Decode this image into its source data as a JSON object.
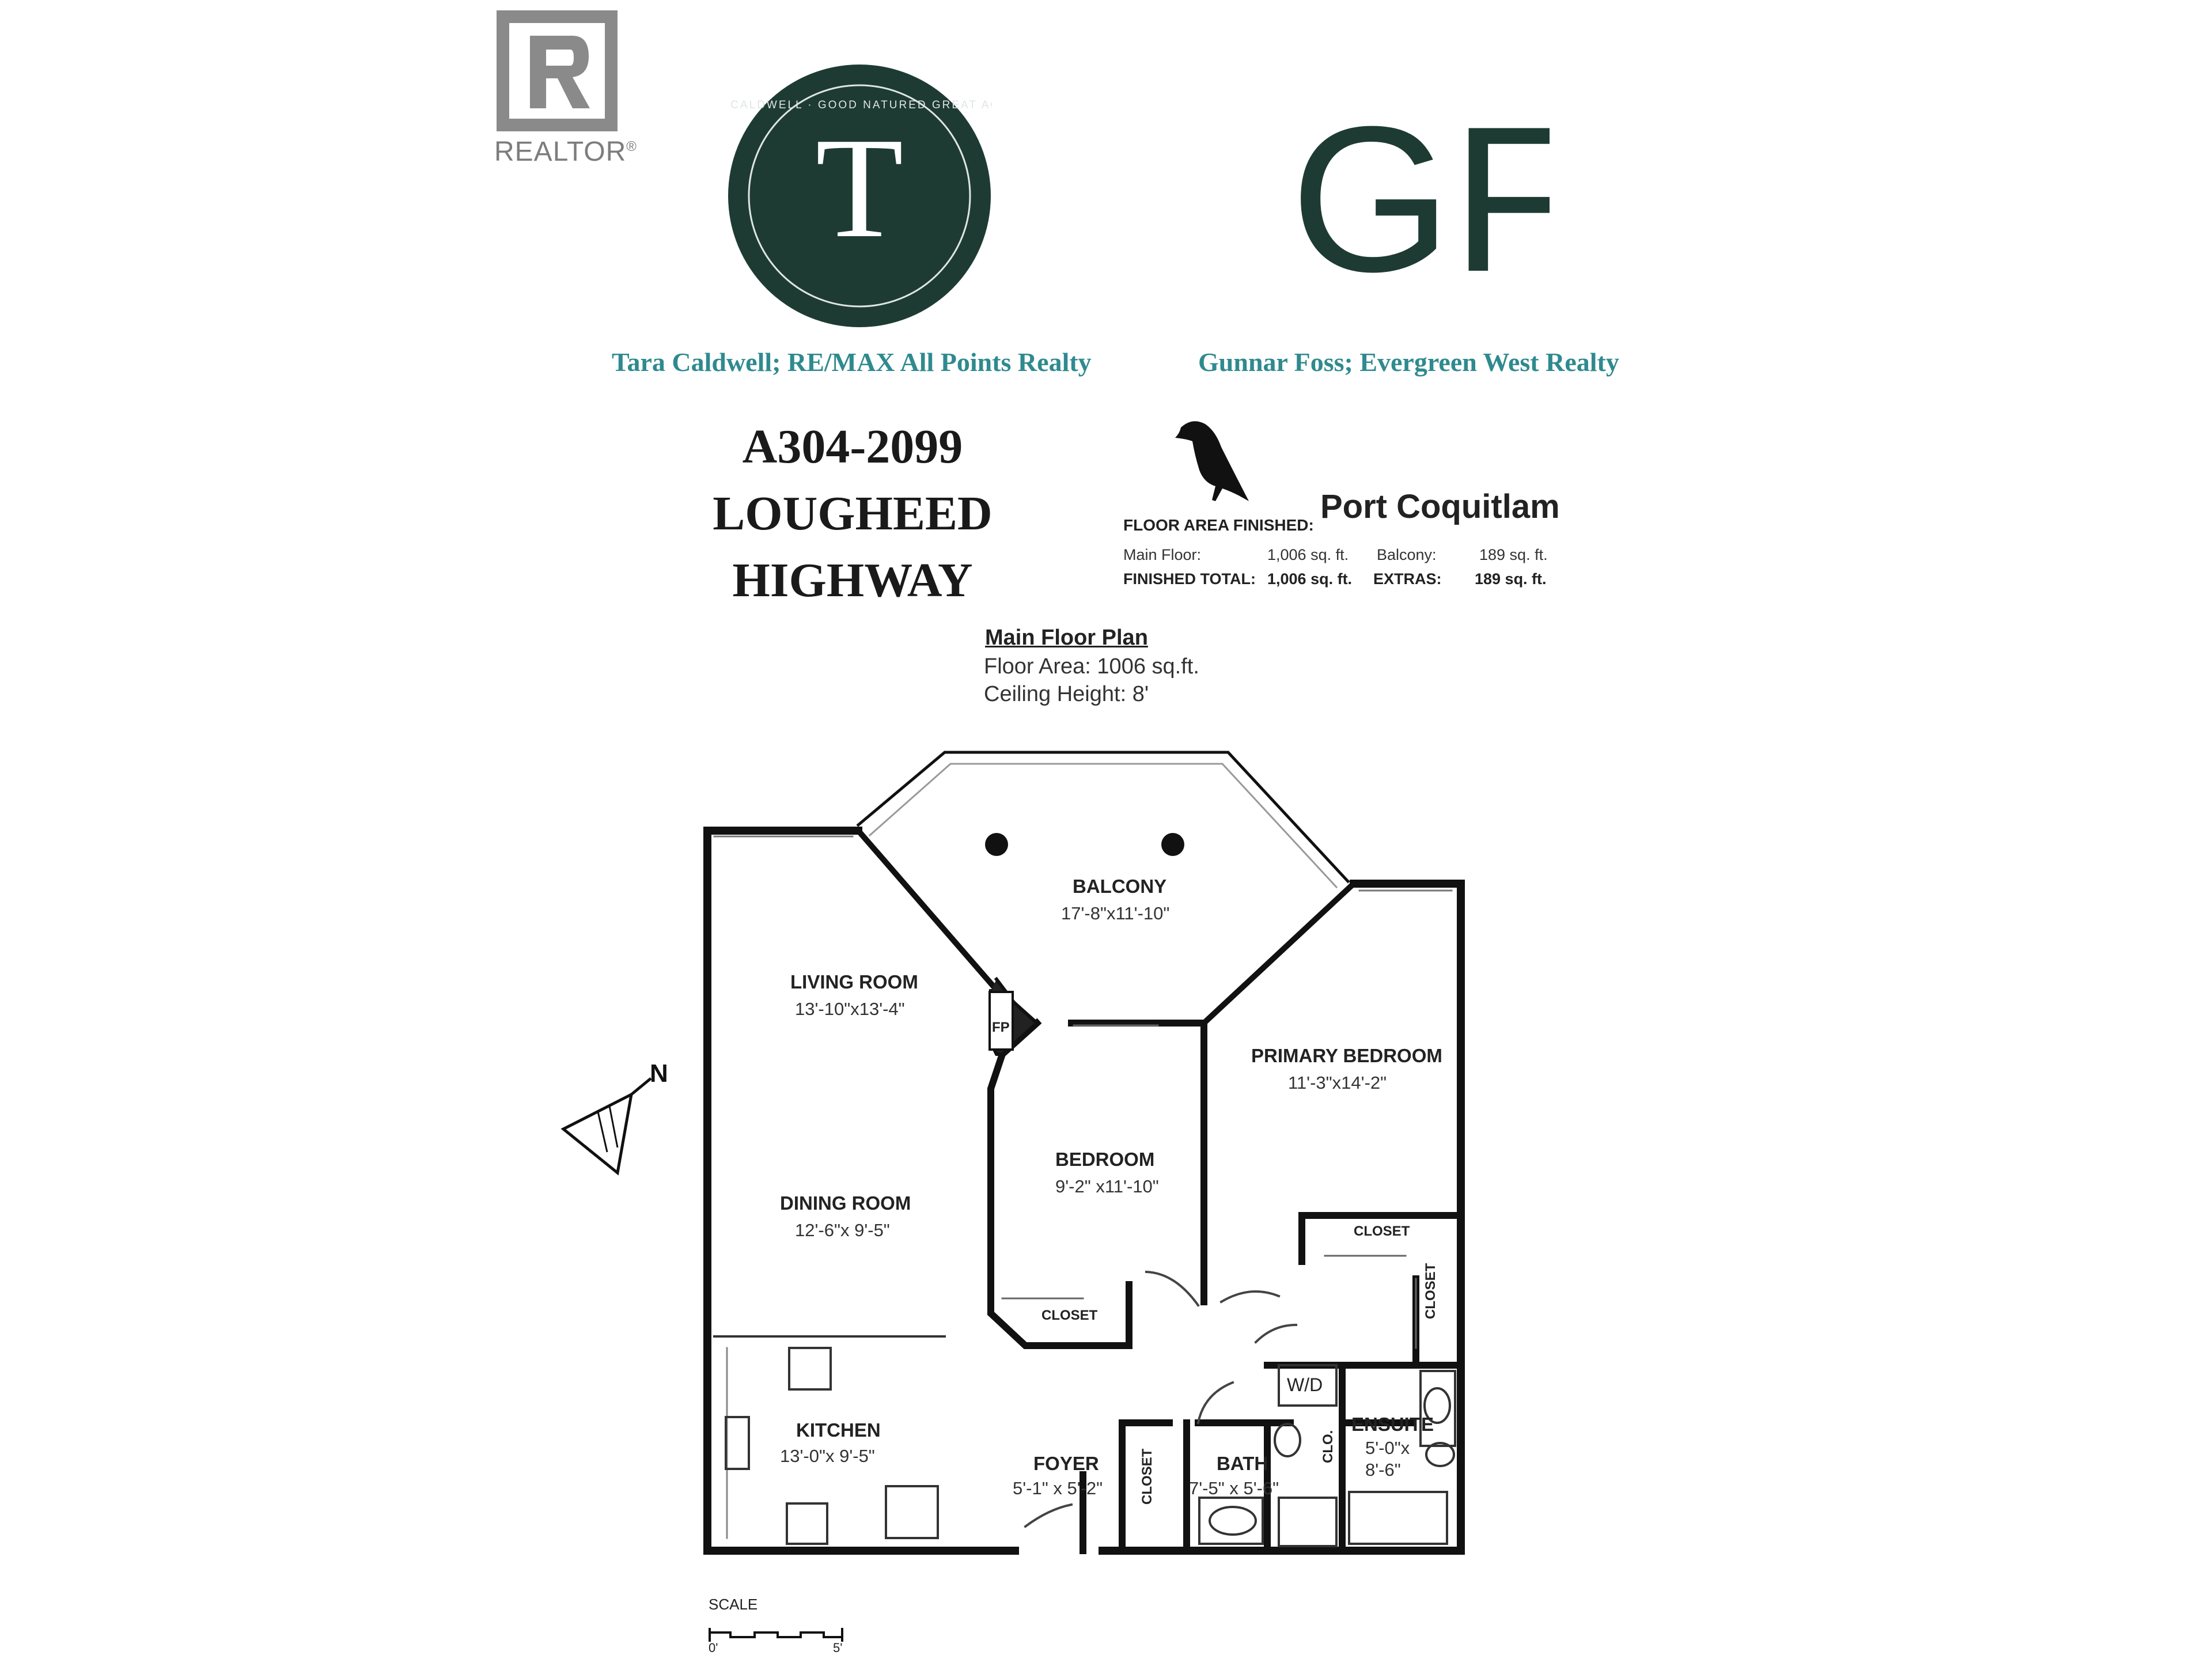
{
  "header": {
    "realtor_logo_text": "REALTOR",
    "realtor_mark": "®",
    "t_logo_letter": "T",
    "t_logo_ring_text": "TARA CALDWELL · GOOD NATURED GREAT AGENT",
    "gf_logo_text": "GF",
    "agent_left": "Tara Caldwell; RE/MAX All Points  Realty",
    "agent_right": "Gunnar Foss; Evergreen West Realty"
  },
  "address": {
    "line1": "A304-2099",
    "line2": "LOUGHEED",
    "line3": "HIGHWAY"
  },
  "city": "Port Coquitlam",
  "floor_area": {
    "heading": "FLOOR AREA FINISHED:",
    "main_floor_label": "Main Floor:",
    "main_floor_value": "1,006 sq. ft.",
    "balcony_label": "Balcony:",
    "balcony_value": "189 sq. ft.",
    "finished_total_label": "FINISHED TOTAL:",
    "finished_total_value": "1,006 sq. ft.",
    "extras_label": "EXTRAS:",
    "extras_value": "189 sq. ft."
  },
  "plan_header": {
    "title": "Main Floor Plan",
    "floor_area": "Floor Area: 1006 sq.ft.",
    "ceiling_height": "Ceiling Height: 8'"
  },
  "rooms": {
    "balcony": {
      "name": "BALCONY",
      "dim": "17'-8\"x11'-10\""
    },
    "living": {
      "name": "LIVING ROOM",
      "dim": "13'-10\"x13'-4\""
    },
    "fp": "FP",
    "bedroom": {
      "name": "BEDROOM",
      "dim": "9'-2\" x11'-10\""
    },
    "primary": {
      "name": "PRIMARY BEDROOM",
      "dim": "11'-3\"x14'-2\""
    },
    "dining": {
      "name": "DINING ROOM",
      "dim": "12'-6\"x 9'-5\""
    },
    "closet_bed": "CLOSET",
    "closet_primary_top": "CLOSET",
    "closet_primary_side": "CLOSET",
    "wd": "W/D",
    "kitchen": {
      "name": "KITCHEN",
      "dim": "13'-0\"x 9'-5\""
    },
    "foyer": {
      "name": "FOYER",
      "dim": "5'-1\" x 5'-2\""
    },
    "closet_foyer": "CLOSET",
    "bath": {
      "name": "BATH",
      "dim": "7'-5\" x 5'-6\""
    },
    "clo": "CLO.",
    "ensuite": {
      "name": "ENSUITE",
      "dim1": "5'-0\"x",
      "dim2": "8'-6\""
    }
  },
  "compass": "N",
  "scale": {
    "label": "SCALE",
    "min": "0'",
    "max": "5'"
  },
  "colors": {
    "brand_green": "#1e3b33",
    "agent_teal": "#2f8a8f",
    "realtor_gray": "#8a8a8a"
  }
}
